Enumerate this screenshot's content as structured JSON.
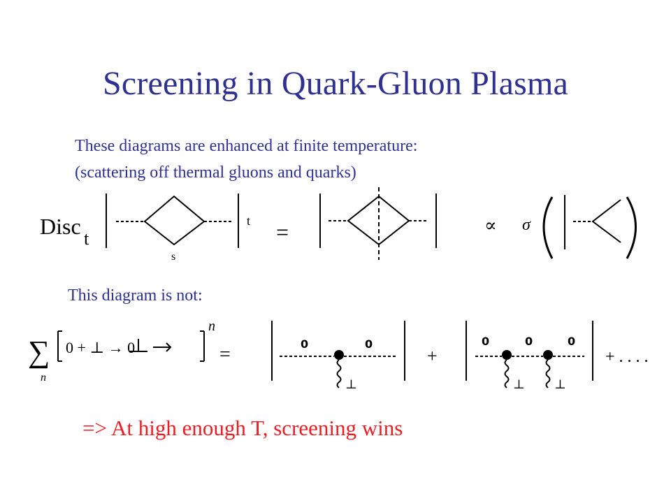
{
  "slide": {
    "title": "Screening in Quark-Gluon Plasma",
    "intro_line1": "These diagrams are enhanced at finite temperature:",
    "intro_line2": "(scattering off thermal gluons and quarks)",
    "not_line": "This diagram is not:",
    "conclusion": "=> At high enough T, screening wins"
  },
  "eq1": {
    "disc": "Disc",
    "disc_sub": "t",
    "t_label": "t",
    "s_label": "s",
    "equals": "=",
    "propto": "∝",
    "sigma": "σ"
  },
  "eq2": {
    "sum": "∑",
    "sum_index": "n",
    "bracket_content": "0 + ⊥ → 0",
    "power": "n",
    "equals": "=",
    "plus": "+",
    "plus_dots": "+ . . . .",
    "zero": "0",
    "perp": "⊥"
  }
}
